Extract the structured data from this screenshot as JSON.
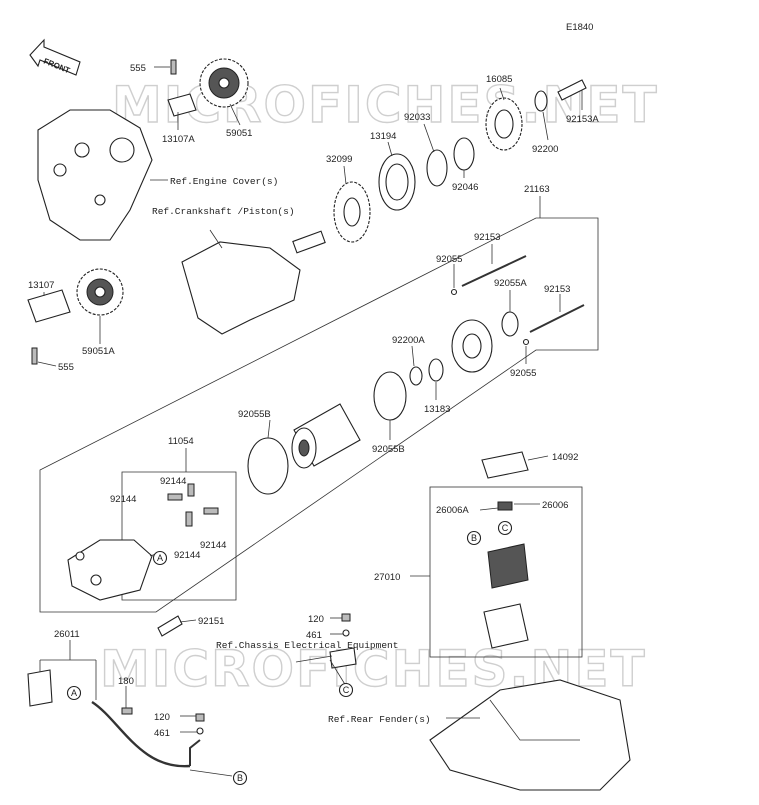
{
  "diagram_id": "E1840",
  "watermark": "MICROFICHES.NET",
  "front_label": "FRONT",
  "callouts": [
    "A",
    "B",
    "C"
  ],
  "refs": {
    "engine_cover": "Ref.Engine Cover(s)",
    "crankshaft": "Ref.Crankshaft /Piston(s)",
    "chassis": "Ref.Chassis Electrical Equipment",
    "rear_fender": "Ref.Rear Fender(s)"
  },
  "parts": {
    "p555a": "555",
    "p13107a": "13107A",
    "p59051": "59051",
    "p16085": "16085",
    "p92153a": "92153A",
    "p92200": "92200",
    "p92033": "92033",
    "p13194": "13194",
    "p92046": "92046",
    "p32099": "32099",
    "p21163": "21163",
    "p92153_1": "92153",
    "p92055_1": "92055",
    "p92055a": "92055A",
    "p92153_2": "92153",
    "p92055_2": "92055",
    "p13107": "13107",
    "p59051a": "59051A",
    "p555b": "555",
    "p92200a": "92200A",
    "p13183": "13183",
    "p92055b_1": "92055B",
    "p92055b_2": "92055B",
    "p11054": "11054",
    "p92144_1": "92144",
    "p92144_2": "92144",
    "p92144_3": "92144",
    "p92144_4": "92144",
    "p92151": "92151",
    "p14092": "14092",
    "p26006a": "26006A",
    "p26006": "26006",
    "p27010": "27010",
    "p120_1": "120",
    "p461_1": "461",
    "p26011": "26011",
    "p180": "180",
    "p120_2": "120",
    "p461_2": "461"
  }
}
